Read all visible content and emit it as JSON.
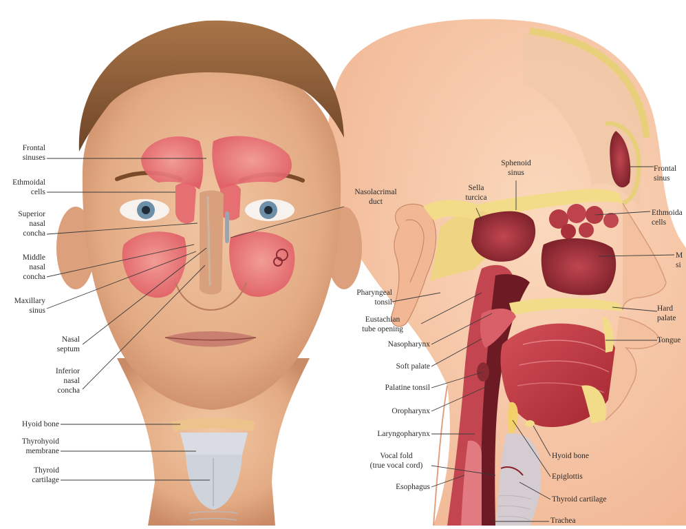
{
  "labels": {
    "frontal_sinuses": [
      "Frontal",
      "sinuses"
    ],
    "ethmoidal_cells": [
      "Ethmoidal",
      "cells"
    ],
    "superior_nasal_concha": [
      "Superior",
      "nasal",
      "concha"
    ],
    "middle_nasal_concha": [
      "Middle",
      "nasal",
      "concha"
    ],
    "maxillary_sinus": [
      "Maxillary",
      "sinus"
    ],
    "nasal_septum": [
      "Nasal",
      "septum"
    ],
    "inferior_nasal_concha": [
      "Inferior",
      "nasal",
      "concha"
    ],
    "hyoid_bone_front": "Hyoid bone",
    "thyrohyoid_membrane": [
      "Thyrohyoid",
      "membrane"
    ],
    "thyroid_cartilage_front": [
      "Thyroid",
      "cartilage"
    ],
    "nasolacrimal_duct": [
      "Nasolacrimal",
      "duct"
    ],
    "sella_turcica": [
      "Sella",
      "turcica"
    ],
    "sphenoid_sinus": [
      "Sphenoid",
      "sinus"
    ],
    "frontal_sinus_side": [
      "Frontal",
      "sinus"
    ],
    "ethmoidal_cells_side": [
      "Ethmoida",
      "cells"
    ],
    "maxillary_sinus_side": [
      "M",
      "si"
    ],
    "hard_palate": [
      "Hard",
      "palate"
    ],
    "tongue": "Tongue",
    "pharyngeal_tonsil": [
      "Pharyngeal",
      "tonsil"
    ],
    "eustachian_tube_opening": [
      "Eustachian",
      "tube opening"
    ],
    "nasopharynx": "Nasopharynx",
    "soft_palate": "Soft palate",
    "palatine_tonsil": "Palatine tonsil",
    "oropharynx": "Oropharynx",
    "laryngopharynx": "Laryngopharynx",
    "vocal_fold": [
      "Vocal fold",
      "(true vocal cord)"
    ],
    "esophagus": "Esophagus",
    "hyoid_bone_side": "Hyoid bone",
    "epiglottis": "Epiglottis",
    "thyroid_cartilage_side": "Thyroid cartilage",
    "trachea": "Trachea"
  },
  "colors": {
    "skin": "#e8b590",
    "skin_shadow": "#c98a66",
    "hair": "#8a5a35",
    "sinus": "#e4626a",
    "sinus_light": "#f08c8a",
    "bone": "#f2dc8a",
    "muscle": "#b8323c",
    "cavity": "#7a1f28",
    "cartilage": "#d9dde3"
  }
}
